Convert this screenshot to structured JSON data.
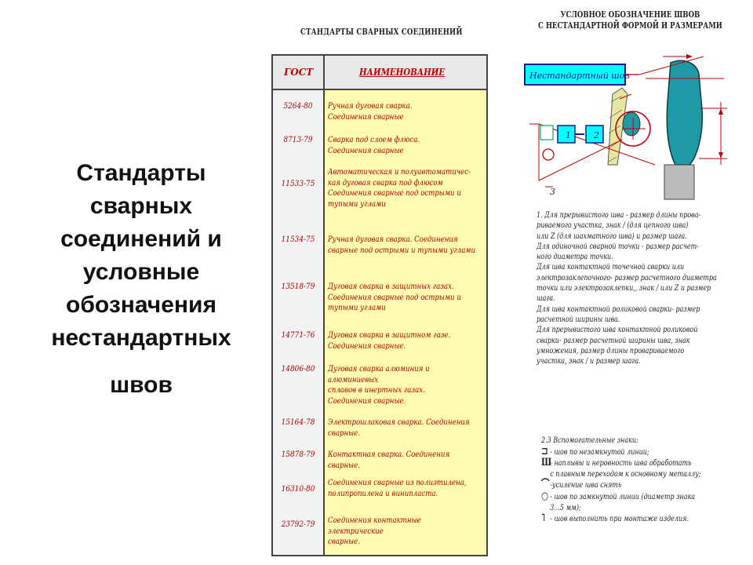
{
  "title_lines": [
    "Стандарты",
    "сварных",
    "соединений и",
    "условные",
    "обозначения",
    "нестандартных"
  ],
  "title_last": "швов",
  "table": {
    "heading": "СТАНДАРТЫ СВАРНЫХ СОЕДИНЕНИЙ",
    "col_gost": "ГОСТ",
    "col_name": "НАИМЕНОВАНИЕ",
    "rows": [
      {
        "code": "5264-80",
        "name": [
          "Ручная дуговая сварка.",
          "Соединения сварные"
        ]
      },
      {
        "code": "8713-79",
        "name": [
          "Сварка под слоем флюса.",
          "Соединения сварные"
        ]
      },
      {
        "code": "11533-75",
        "name": [
          "Автоматическая и полуавтоматичес-",
          "кая дуговая сварка под флюсом",
          "Соединения сварные под острыми и",
          "тупыми углами"
        ]
      },
      {
        "code": "11534-75",
        "name": [
          "Ручная дуговая сварка. Соединения",
          "сварные под острыми и тупыми углами"
        ]
      },
      {
        "code": "13518-79",
        "name": [
          "Дуговая сварка в защитных газах.",
          "Соединения сварные под острыми и",
          "тупыми углами"
        ]
      },
      {
        "code": "14771-76",
        "name": [
          "Дуговая сварка в защитном газе.",
          "Соединения сварные."
        ]
      },
      {
        "code": "14806-80",
        "name": [
          "Дуговая сварка алюминия и алюминиевых",
          "сплавов в инертных газах.",
          "Соединения сварные."
        ]
      },
      {
        "code": "15164-78",
        "name": [
          "Электрошлаковая сварка. Соединения",
          "сварные."
        ]
      },
      {
        "code": "15878-79",
        "name": [
          "Контактная сварка. Соединения сварные."
        ]
      },
      {
        "code": "16310-80",
        "name": [
          "Соединения сварные из полиэтилена,",
          "полипропилена и винипласта."
        ]
      },
      {
        "code": "23792-79",
        "name": [
          "Соединения контактные электрические",
          "сварные."
        ]
      }
    ]
  },
  "diagram": {
    "heading_lines": [
      "УСЛОВНОЕ ОБОЗНАЧЕНИЕ ШВОВ",
      "С НЕСТАНДАРТНОЙ ФОРМОЙ И РАЗМЕРАМИ"
    ],
    "label": "Нестандартный шов",
    "box1": "1",
    "box2": "2",
    "num3": "3"
  },
  "notes": [
    "1. Для прерывистого шва - размер длины прова-",
    "риваемого участка, знак / (для цепного шва)",
    "или Z (для шахматного шва) и размер шага.",
    "Для одиночной сварной точки - размер расчет-",
    "ного диаметра точки.",
    "Для шва контактной точечной сварки или",
    "электрозаклепочного- размер расчетного диаметра",
    "точки или электрозаклепки,, знак / или Z и размер",
    "шага.",
    "Для шва контактной роликовой сварки- размер",
    "расчетной ширины шва.",
    "Для прерывистого шва контактной роликовой",
    "сварки- размер расчетной ширины шва, знак",
    "умножения, размер длины провариваемого",
    "участка, знак / и размер шага."
  ],
  "signs_title": "2.3 Вспомогательные знаки:",
  "signs": [
    {
      "mark": "⊐",
      "text": "- шов по незамкнутой линии;"
    },
    {
      "mark": "Ш",
      "text": "- наплывы и неровность шва обработать"
    },
    {
      "mark": "",
      "text": "с плавным переходом к основному металлу;"
    },
    {
      "mark": "⌒",
      "text": "-усиление шва снять"
    },
    {
      "mark": "○",
      "text": "- шов по замкнутой линии (диаметр знака"
    },
    {
      "mark": "",
      "text": "3...5 мм);"
    },
    {
      "mark": "˥",
      "text": "- шов выполнить при монтаже изделия."
    }
  ]
}
